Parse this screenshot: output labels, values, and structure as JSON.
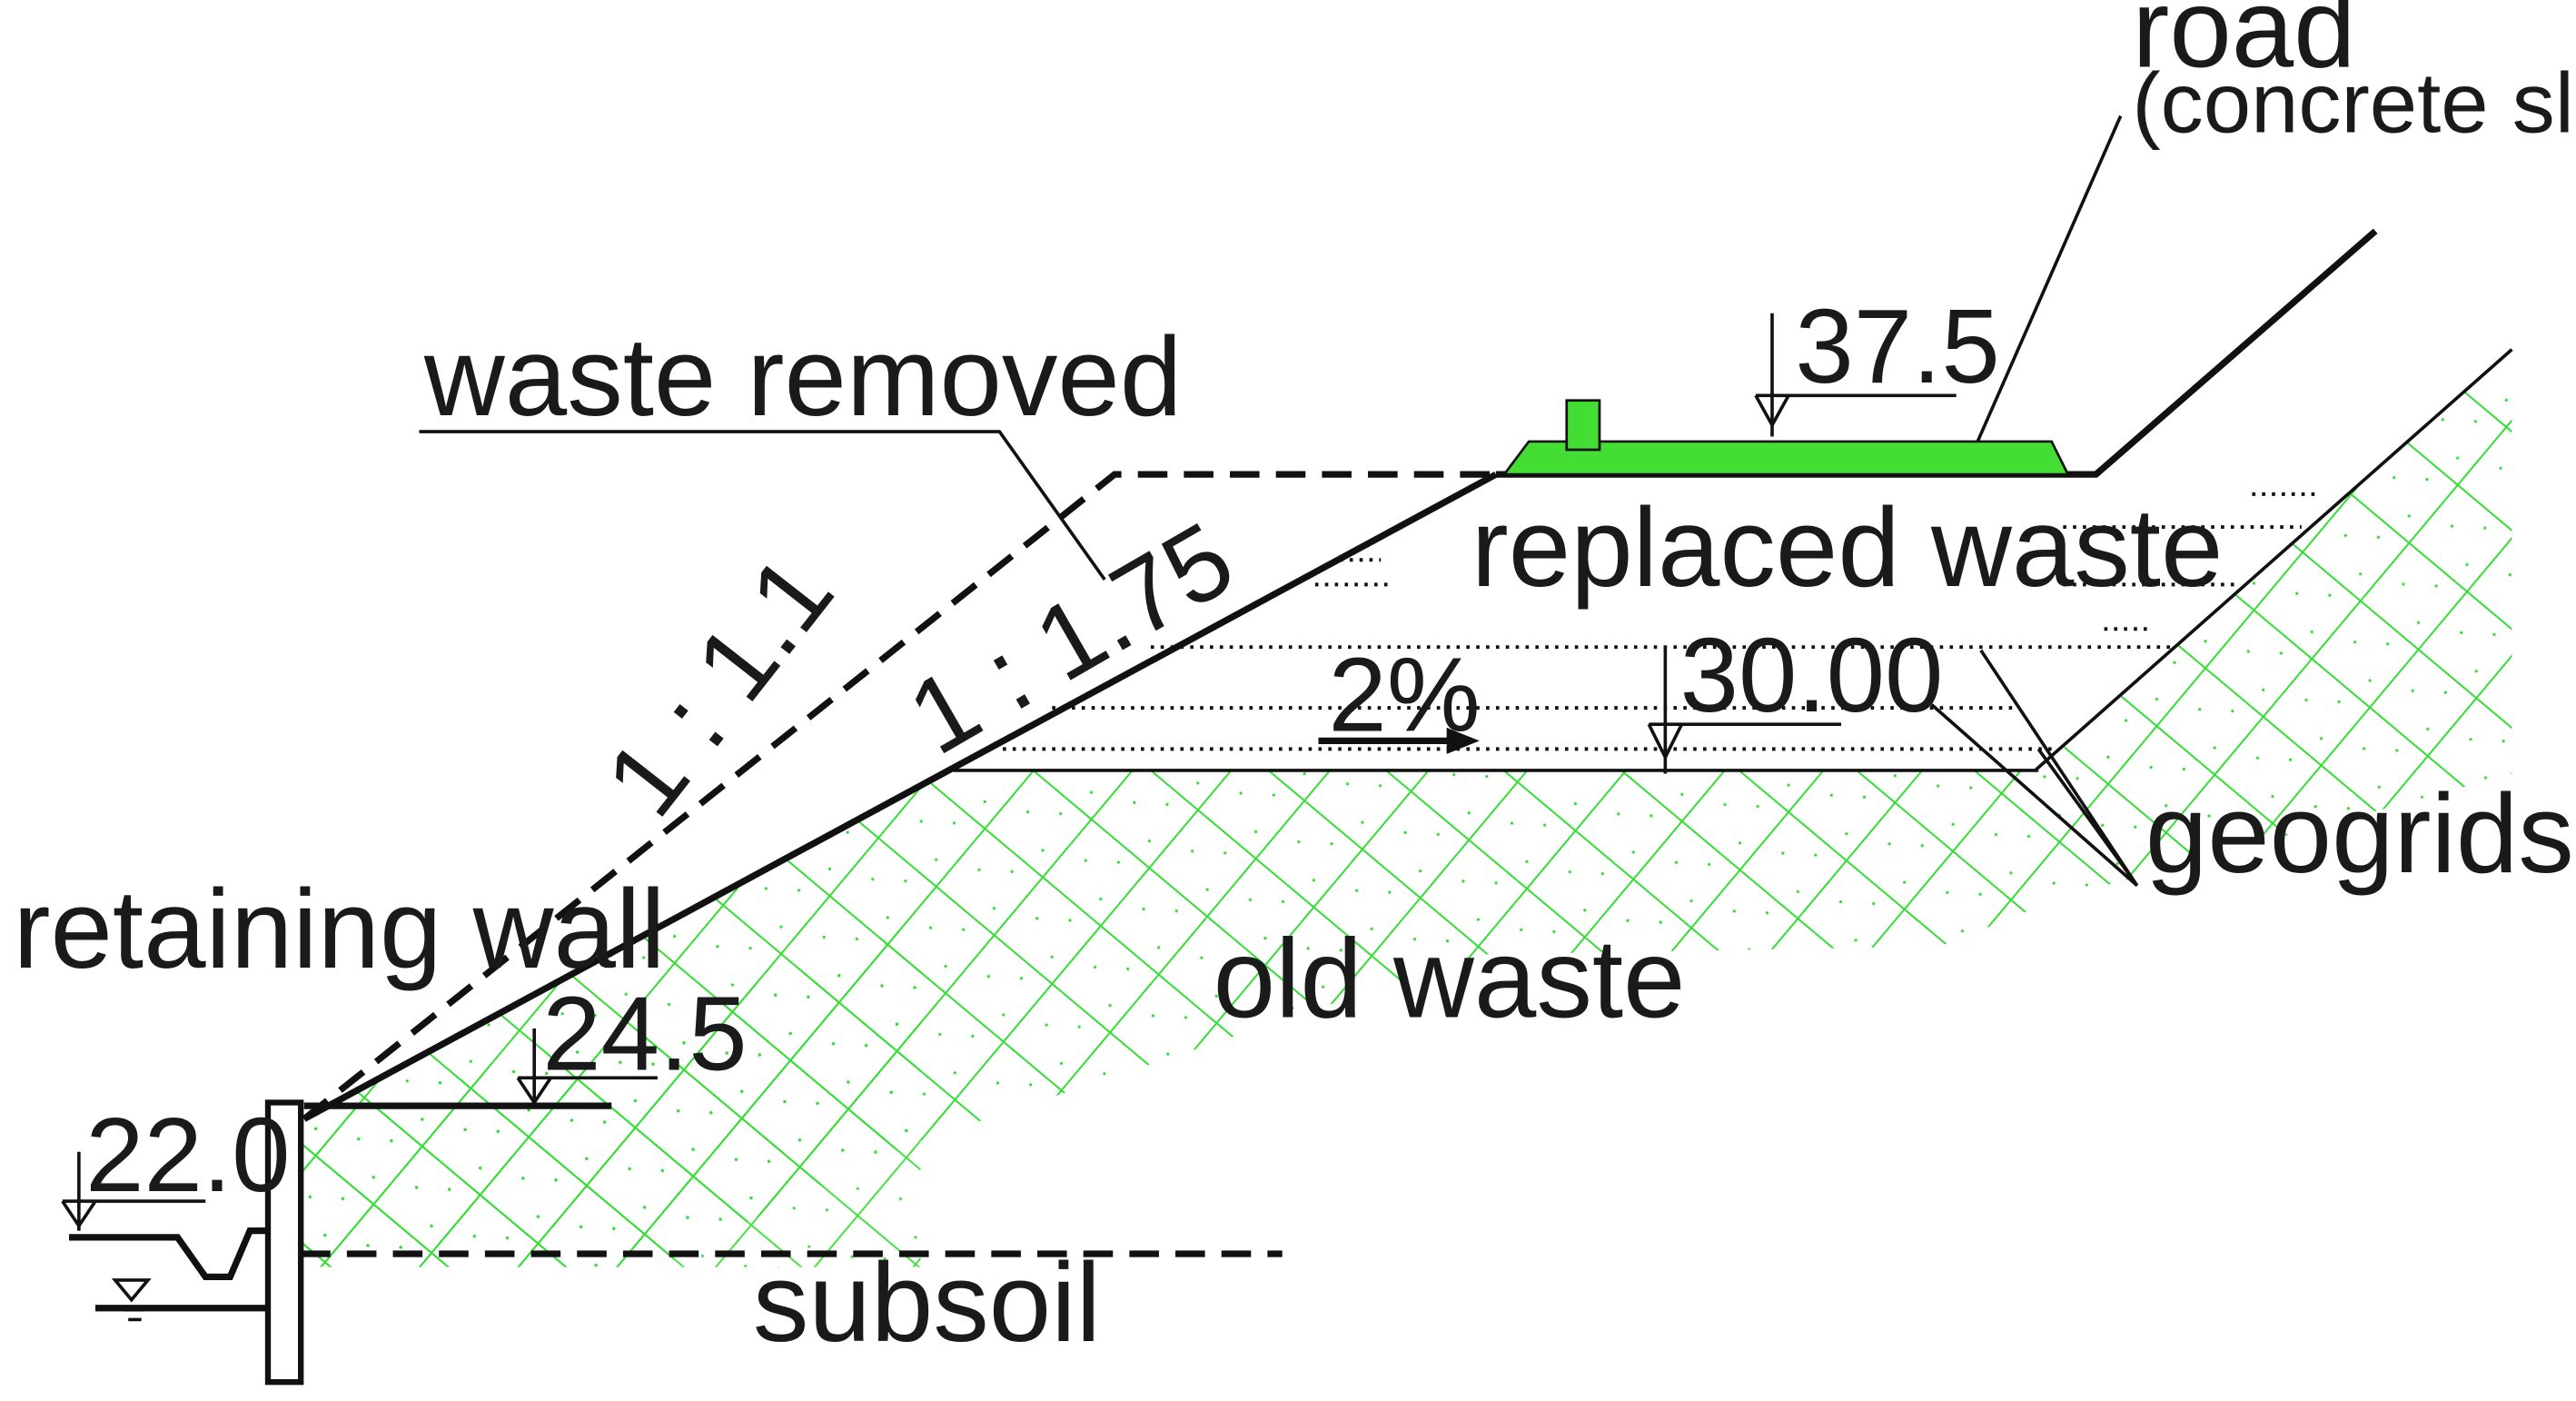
{
  "labels": {
    "road": "road",
    "road_detail": "(concrete slabs)",
    "waste_removed": "waste removed",
    "replaced_waste": "replaced waste",
    "old_waste": "old waste",
    "subsoil": "subsoil",
    "retaining_wall": "retaining wall",
    "geogrids": "geogrids"
  },
  "elevations": {
    "road_level": "37.5",
    "fill_base": "30.00",
    "toe_level": "24.5",
    "wall_base": "22.0"
  },
  "slopes": {
    "removed_slope": "1 : 1.1",
    "new_slope": "1 : 1.75",
    "grade": "2%"
  },
  "colors": {
    "hatch": "#33dd33",
    "road_fill": "#44dd33",
    "line": "#111111"
  }
}
